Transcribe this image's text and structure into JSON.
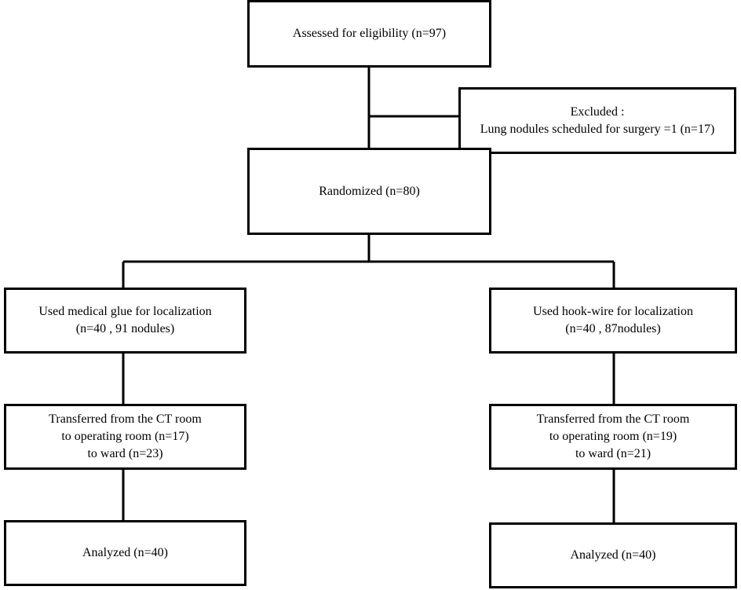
{
  "flowchart": {
    "assessed": {
      "lines": [
        "Assessed for eligibility (n=97)"
      ]
    },
    "excluded": {
      "lines": [
        "Excluded :",
        "Lung nodules scheduled for surgery =1 (n=17)"
      ]
    },
    "randomized": {
      "lines": [
        "Randomized (n=80)"
      ]
    },
    "glue": {
      "localization": {
        "lines": [
          "Used medical glue for localization",
          "(n=40 , 91 nodules)"
        ]
      },
      "transfer": {
        "lines": [
          "Transferred from the CT room",
          "to operating room (n=17)",
          "to ward (n=23)"
        ]
      },
      "analyzed": {
        "lines": [
          "Analyzed (n=40)"
        ]
      }
    },
    "hookwire": {
      "localization": {
        "lines": [
          "Used hook-wire for localization",
          "(n=40 , 87nodules)"
        ]
      },
      "transfer": {
        "lines": [
          "Transferred from the CT room",
          "to operating room (n=19)",
          "to ward (n=21)"
        ]
      },
      "analyzed": {
        "lines": [
          "Analyzed (n=40)"
        ]
      }
    }
  }
}
